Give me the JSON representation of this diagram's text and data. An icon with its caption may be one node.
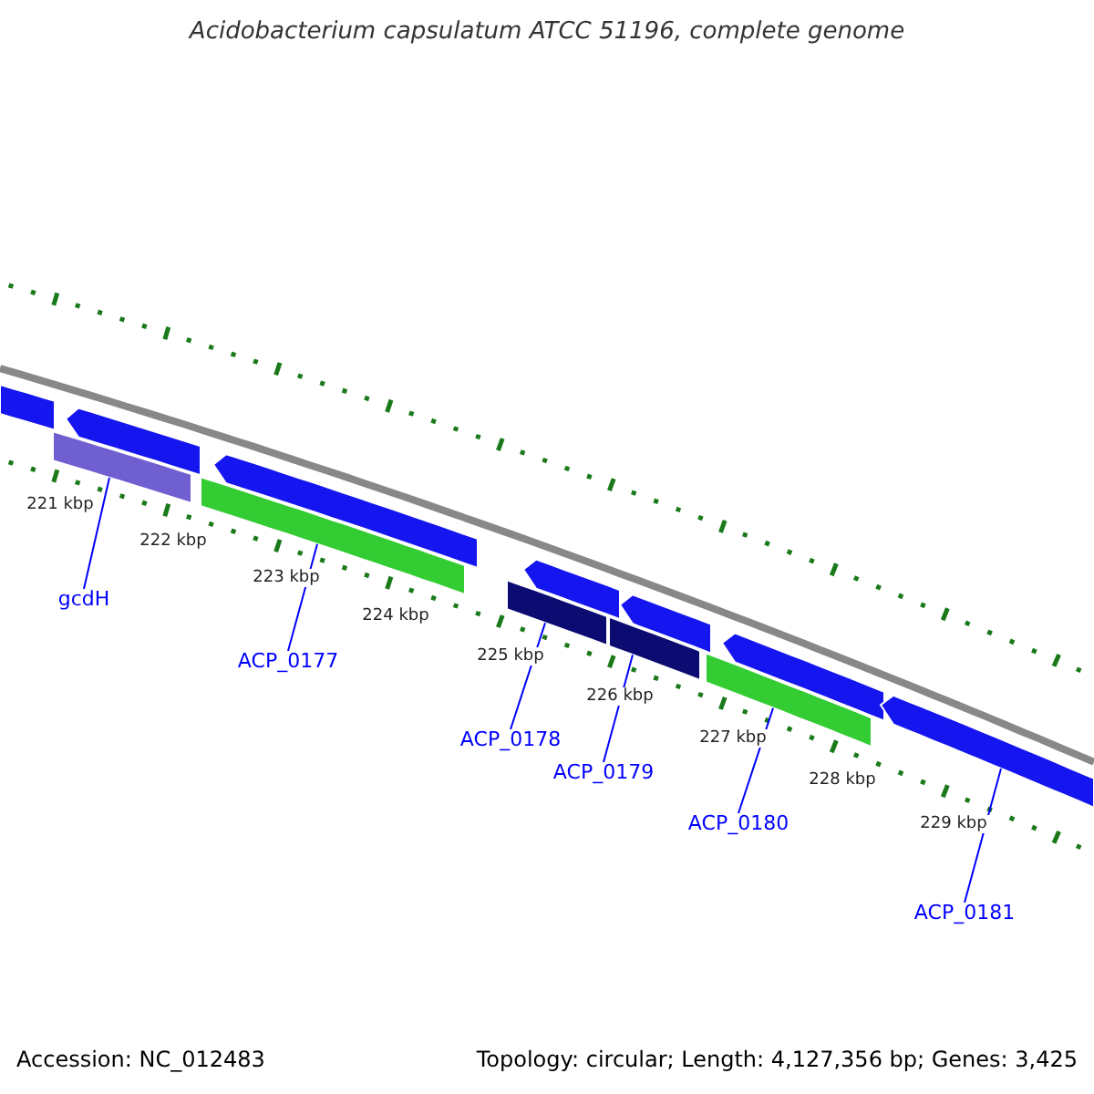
{
  "diagram": {
    "title": "Acidobacterium capsulatum ATCC 51196, complete genome",
    "nodes": [
      {
        "text": [],
        "shape": "arrow"
      },
      {
        "text": [],
        "shape": "arrow"
      },
      {
        "text": [],
        "shape": "arrow"
      },
      {
        "text": [],
        "shape": "arrow"
      },
      {
        "text": [],
        "shape": "arrow"
      },
      {
        "text": [],
        "shape": "arrow"
      },
      {
        "text": [],
        "shape": "arrow"
      },
      {
        "text": [],
        "shape": "bar"
      },
      {
        "text": [],
        "shape": "bar"
      },
      {
        "text": [],
        "shape": "bar"
      },
      {
        "text": [],
        "shape": "bar"
      },
      {
        "text": [],
        "shape": "bar"
      },
      {
        "text": [
          "gcdH"
        ]
      },
      {
        "text": [
          "ACP_0177"
        ]
      },
      {
        "text": [
          "ACP_0178"
        ]
      },
      {
        "text": [
          "ACP_0179"
        ]
      },
      {
        "text": [
          "ACP_0180"
        ]
      },
      {
        "text": [
          "ACP_0181"
        ]
      }
    ],
    "edges": [
      {
        "from": 12,
        "to": 7,
        "arrow": "none"
      },
      {
        "from": 13,
        "to": 8,
        "arrow": "none"
      },
      {
        "from": 14,
        "to": 9,
        "arrow": "none"
      },
      {
        "from": 15,
        "to": 10,
        "arrow": "none"
      },
      {
        "from": 16,
        "to": 11,
        "arrow": "none"
      },
      {
        "from": 17,
        "to": 6,
        "arrow": "none"
      }
    ],
    "labels": [
      "221 kbp",
      "222 kbp",
      "223 kbp",
      "224 kbp",
      "225 kbp",
      "226 kbp",
      "227 kbp",
      "228 kbp",
      "229 kbp",
      "Accession: NC_012483",
      "Topology: circular; Length: 4,127,356 bp; Genes: 3,425"
    ]
  }
}
